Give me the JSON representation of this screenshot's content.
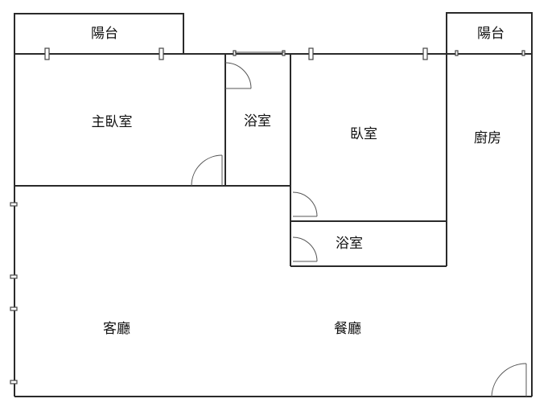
{
  "floorplan": {
    "rooms": {
      "balcony_left": "陽台",
      "balcony_right": "陽台",
      "master_bedroom": "主臥室",
      "bathroom_upper": "浴室",
      "bedroom": "臥室",
      "kitchen": "廚房",
      "bathroom_lower": "浴室",
      "living_room": "客廳",
      "dining_room": "餐廳"
    },
    "colors": {
      "wall": "#2a2a2a",
      "window": "#444444",
      "door_arc": "#555555",
      "background": "#ffffff"
    }
  }
}
